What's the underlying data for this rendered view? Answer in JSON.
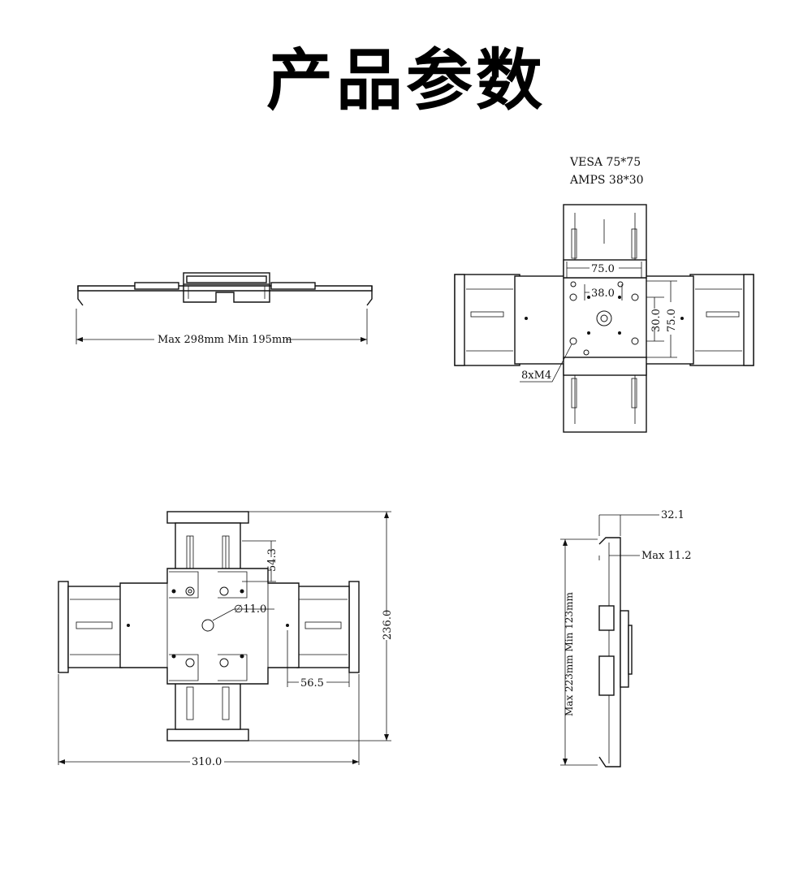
{
  "title": "产品参数",
  "labels": {
    "vesa": "VESA 75*75",
    "amps": "AMPS 38*30",
    "screw": "8xM4",
    "width_range": "Max 298mm  Min 195mm",
    "height_range": "Max 223mm Min 123mm",
    "depth_max": "Max 11.2"
  },
  "dimensions": {
    "vesa_w": "75.0",
    "amps_w": "38.0",
    "amps_h": "30.0",
    "vesa_h": "75.0",
    "slot_len": "54.3",
    "hole_dia": "∅11.0",
    "offset": "56.5",
    "height": "236.0",
    "width": "310.0",
    "depth": "32.1"
  }
}
